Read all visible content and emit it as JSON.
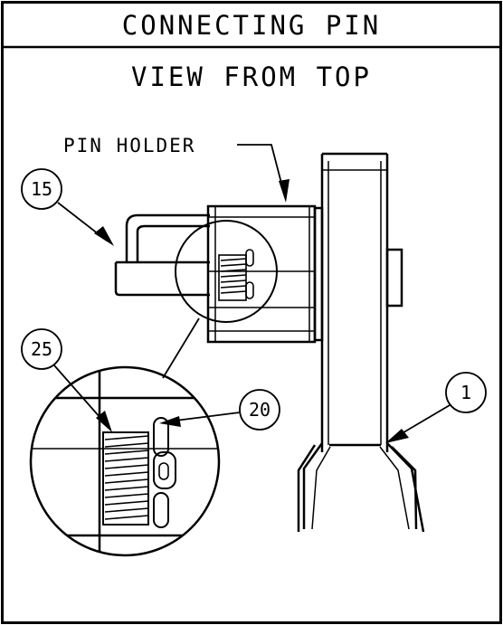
{
  "title": "CONNECTING PIN",
  "subtitle": "VIEW FROM TOP",
  "callouts": {
    "pin_holder": "PIN HOLDER",
    "c15": "15",
    "c25": "25",
    "c20": "20",
    "c1": "1"
  },
  "colors": {
    "ink": "#000000",
    "paper": "#ffffff"
  }
}
